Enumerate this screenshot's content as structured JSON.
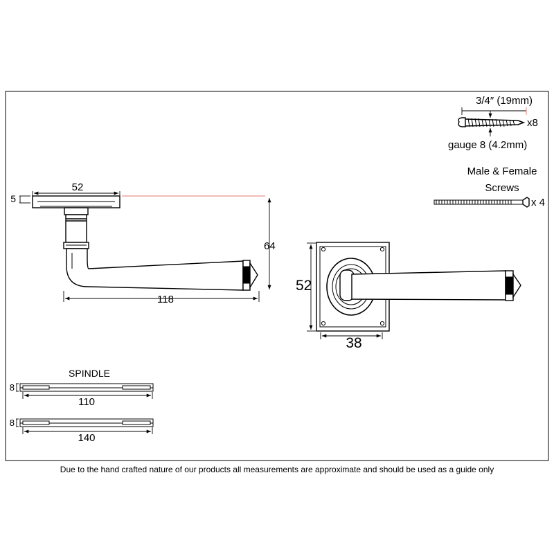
{
  "labels": {
    "screw_length": "3/4″ (19mm)",
    "screw_qty": "x8",
    "screw_gauge": "gauge 8 (4.2mm)",
    "bolt_title_1": "Male & Female",
    "bolt_title_2": "Screws",
    "bolt_qty": "x 4",
    "rose_diameter": "52",
    "rose_thickness": "5",
    "projection": "64",
    "lever_length": "118",
    "backplate_height": "52",
    "backplate_width": "38",
    "spindle_title": "SPINDLE",
    "spindle_1_size": "8",
    "spindle_1_length": "110",
    "spindle_2_size": "8",
    "spindle_2_length": "140"
  },
  "disclaimer": "Due to the hand crafted nature of our products all measurements are approximate and should be used as a guide only"
}
